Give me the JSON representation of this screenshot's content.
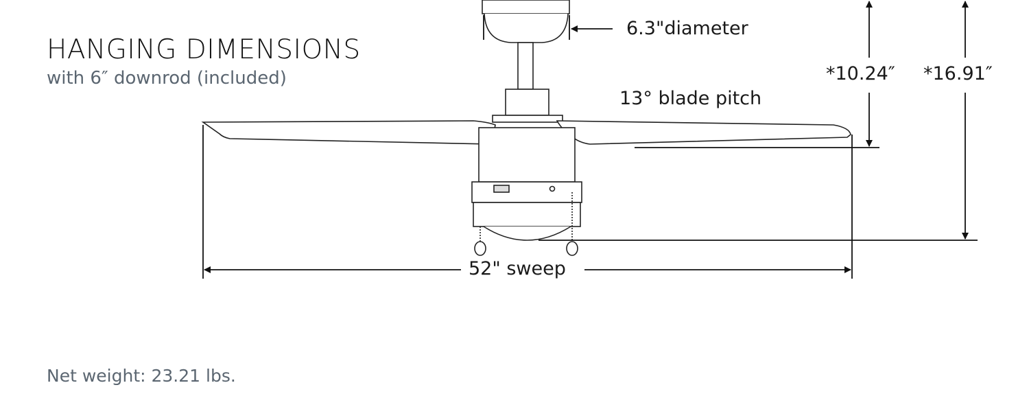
{
  "header": {
    "title": "HANGING DIMENSIONS",
    "subtitle": "with 6″ downrod (included)"
  },
  "dimensions": {
    "canopy_diameter": "6.3\"diameter",
    "blade_pitch": "13° blade pitch",
    "ceiling_to_blade": "*10.24″",
    "ceiling_to_bottom": "*16.91″",
    "sweep": "52\" sweep"
  },
  "footer": {
    "net_weight": "Net weight: 23.21 lbs."
  }
}
